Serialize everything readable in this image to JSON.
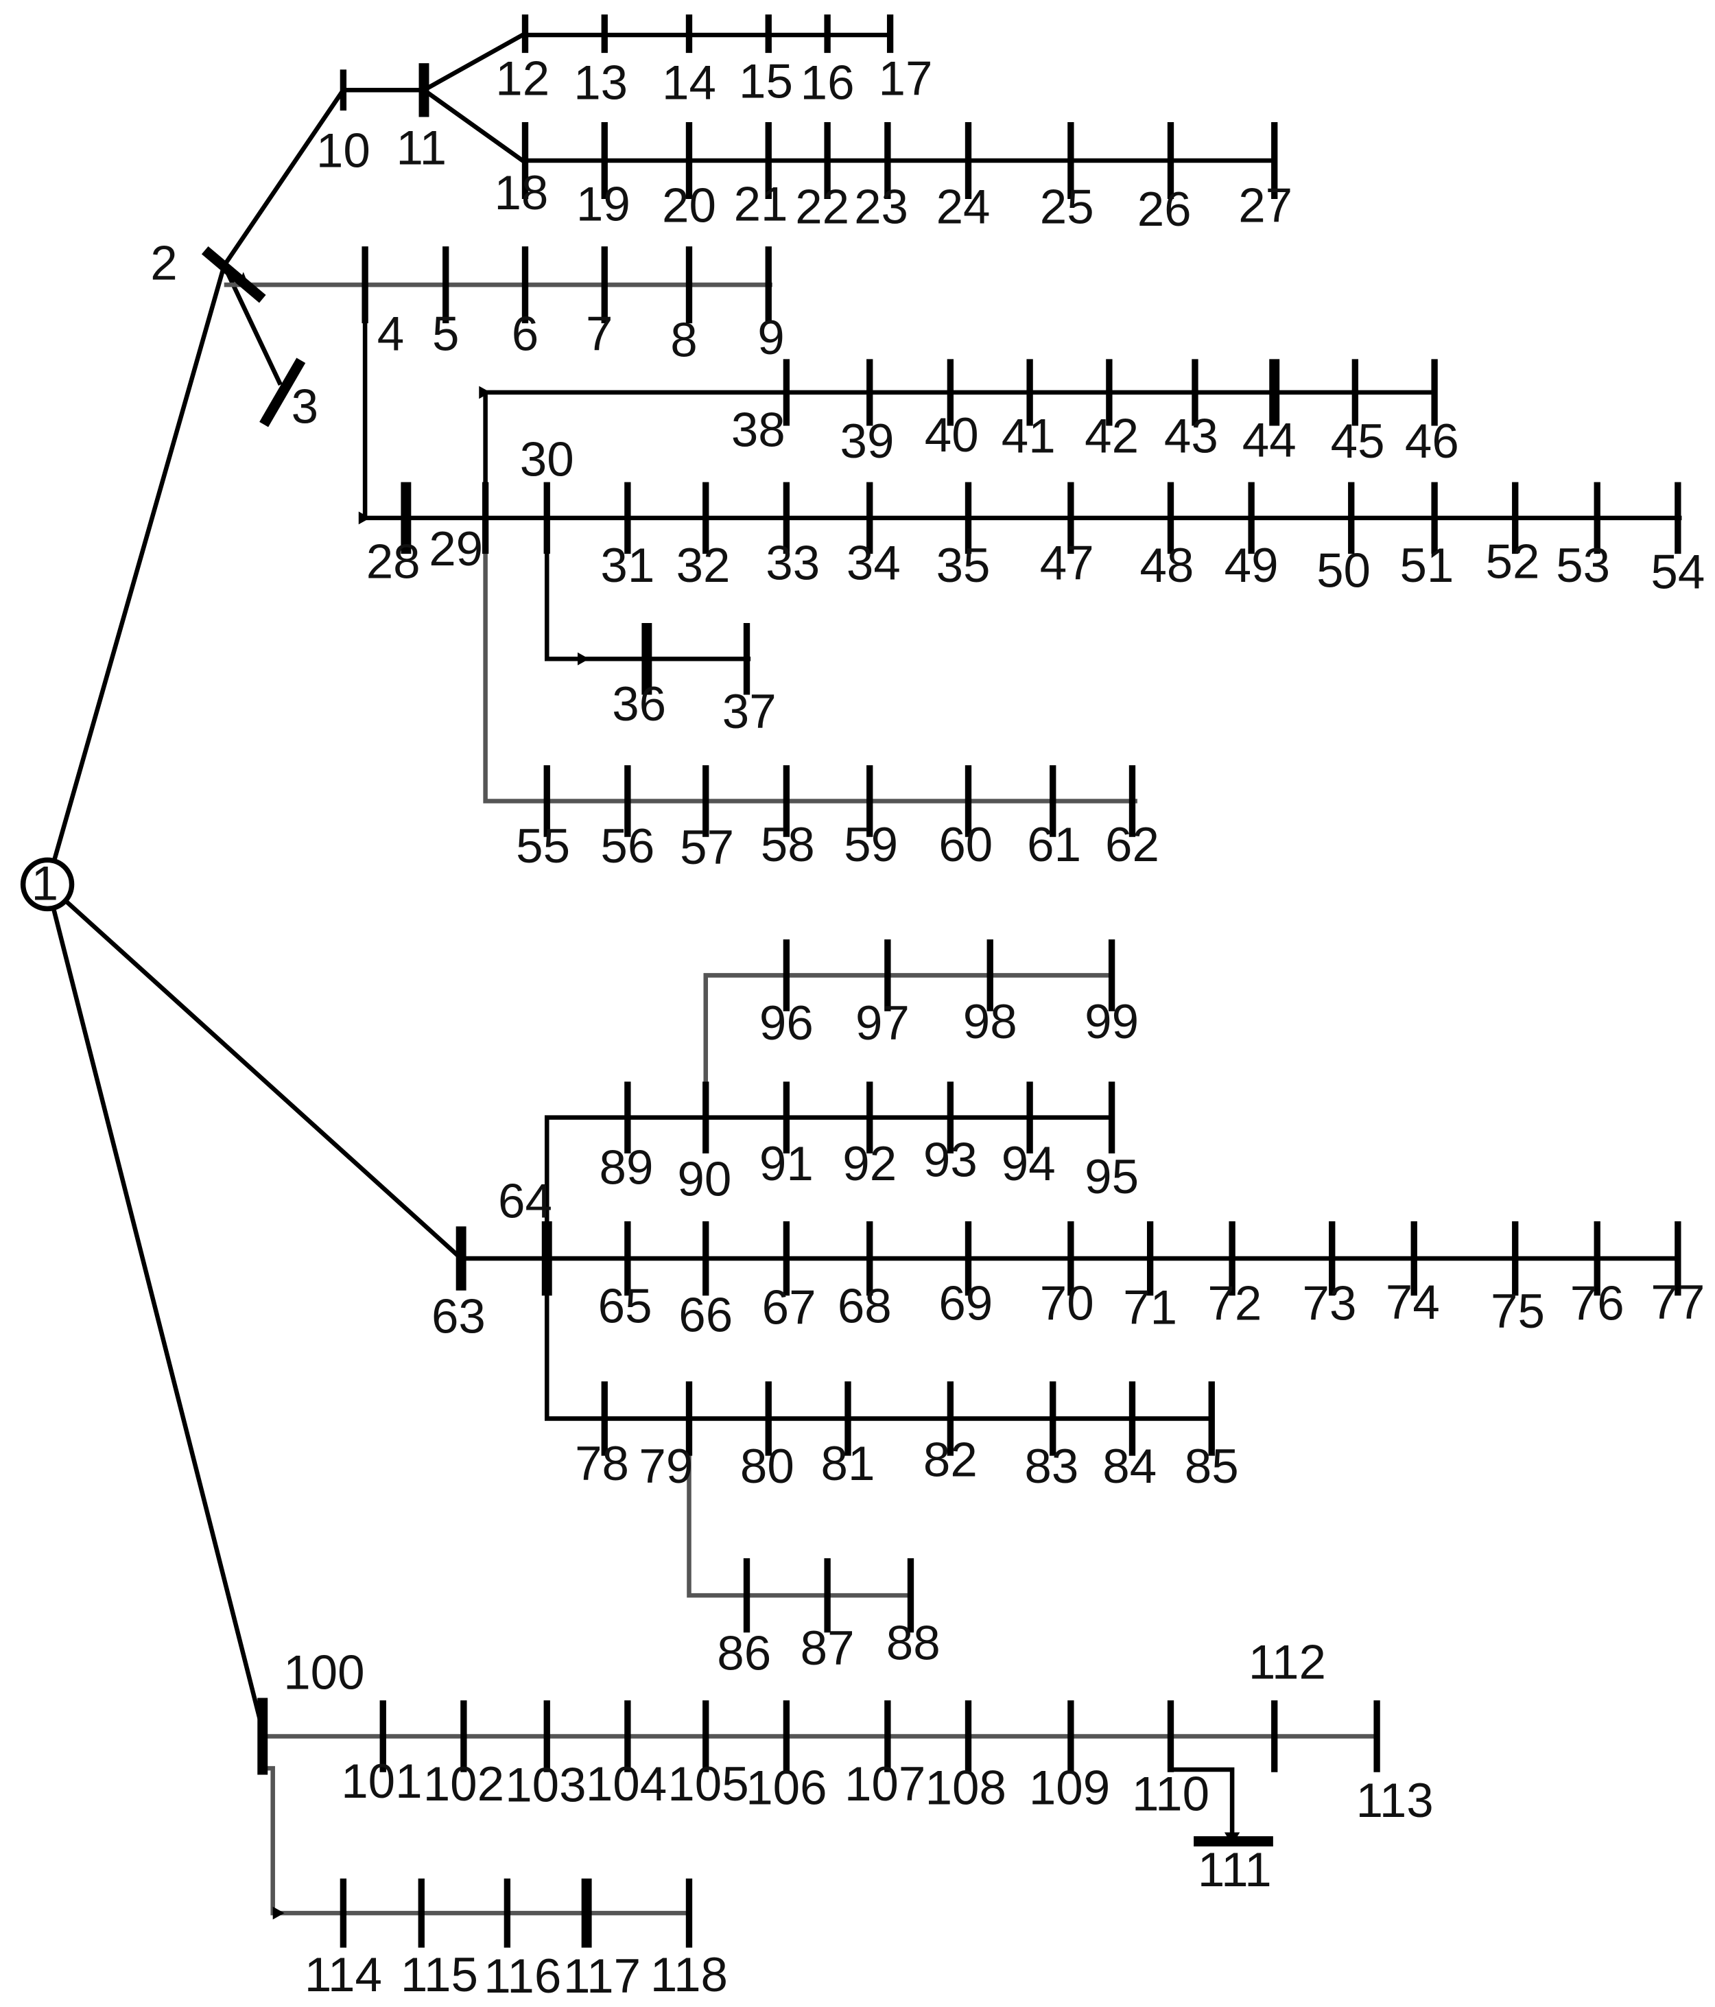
{
  "diagram": {
    "source_label": "1",
    "nodes": {
      "2": "2",
      "3": "3",
      "4": "4",
      "5": "5",
      "6": "6",
      "7": "7",
      "8": "8",
      "9": "9",
      "10": "10",
      "11": "11",
      "12": "12",
      "13": "13",
      "14": "14",
      "15": "15",
      "16": "16",
      "17": "17",
      "18": "18",
      "19": "19",
      "20": "20",
      "21": "21",
      "22": "22",
      "23": "23",
      "24": "24",
      "25": "25",
      "26": "26",
      "27": "27",
      "28": "28",
      "29": "29",
      "30": "30",
      "31": "31",
      "32": "32",
      "33": "33",
      "34": "34",
      "35": "35",
      "36": "36",
      "37": "37",
      "38": "38",
      "39": "39",
      "40": "40",
      "41": "41",
      "42": "42",
      "43": "43",
      "44": "44",
      "45": "45",
      "46": "46",
      "47": "47",
      "48": "48",
      "49": "49",
      "50": "50",
      "51": "51",
      "52": "52",
      "53": "53",
      "54": "54",
      "55": "55",
      "56": "56",
      "57": "57",
      "58": "58",
      "59": "59",
      "60": "60",
      "61": "61",
      "62": "62",
      "63": "63",
      "64": "64",
      "65": "65",
      "66": "66",
      "67": "67",
      "68": "68",
      "69": "69",
      "70": "70",
      "71": "71",
      "72": "72",
      "73": "73",
      "74": "74",
      "75": "75",
      "76": "76",
      "77": "77",
      "78": "78",
      "79": "79",
      "80": "80",
      "81": "81",
      "82": "82",
      "83": "83",
      "84": "84",
      "85": "85",
      "86": "86",
      "87": "87",
      "88": "88",
      "89": "89",
      "90": "90",
      "91": "91",
      "92": "92",
      "93": "93",
      "94": "94",
      "95": "95",
      "96": "96",
      "97": "97",
      "98": "98",
      "99": "99",
      "100": "100",
      "101": "101",
      "102": "102",
      "103": "103",
      "104": "104",
      "105": "105",
      "106": "106",
      "107": "107",
      "108": "108",
      "109": "109",
      "110": "110",
      "111": "111",
      "112": "112",
      "113": "113",
      "114": "114",
      "115": "115",
      "116": "116",
      "117": "117",
      "118": "118"
    },
    "colors": {
      "line": "#000000",
      "secondary_line": "#555555",
      "text": "#111111",
      "background": "#ffffff"
    }
  }
}
